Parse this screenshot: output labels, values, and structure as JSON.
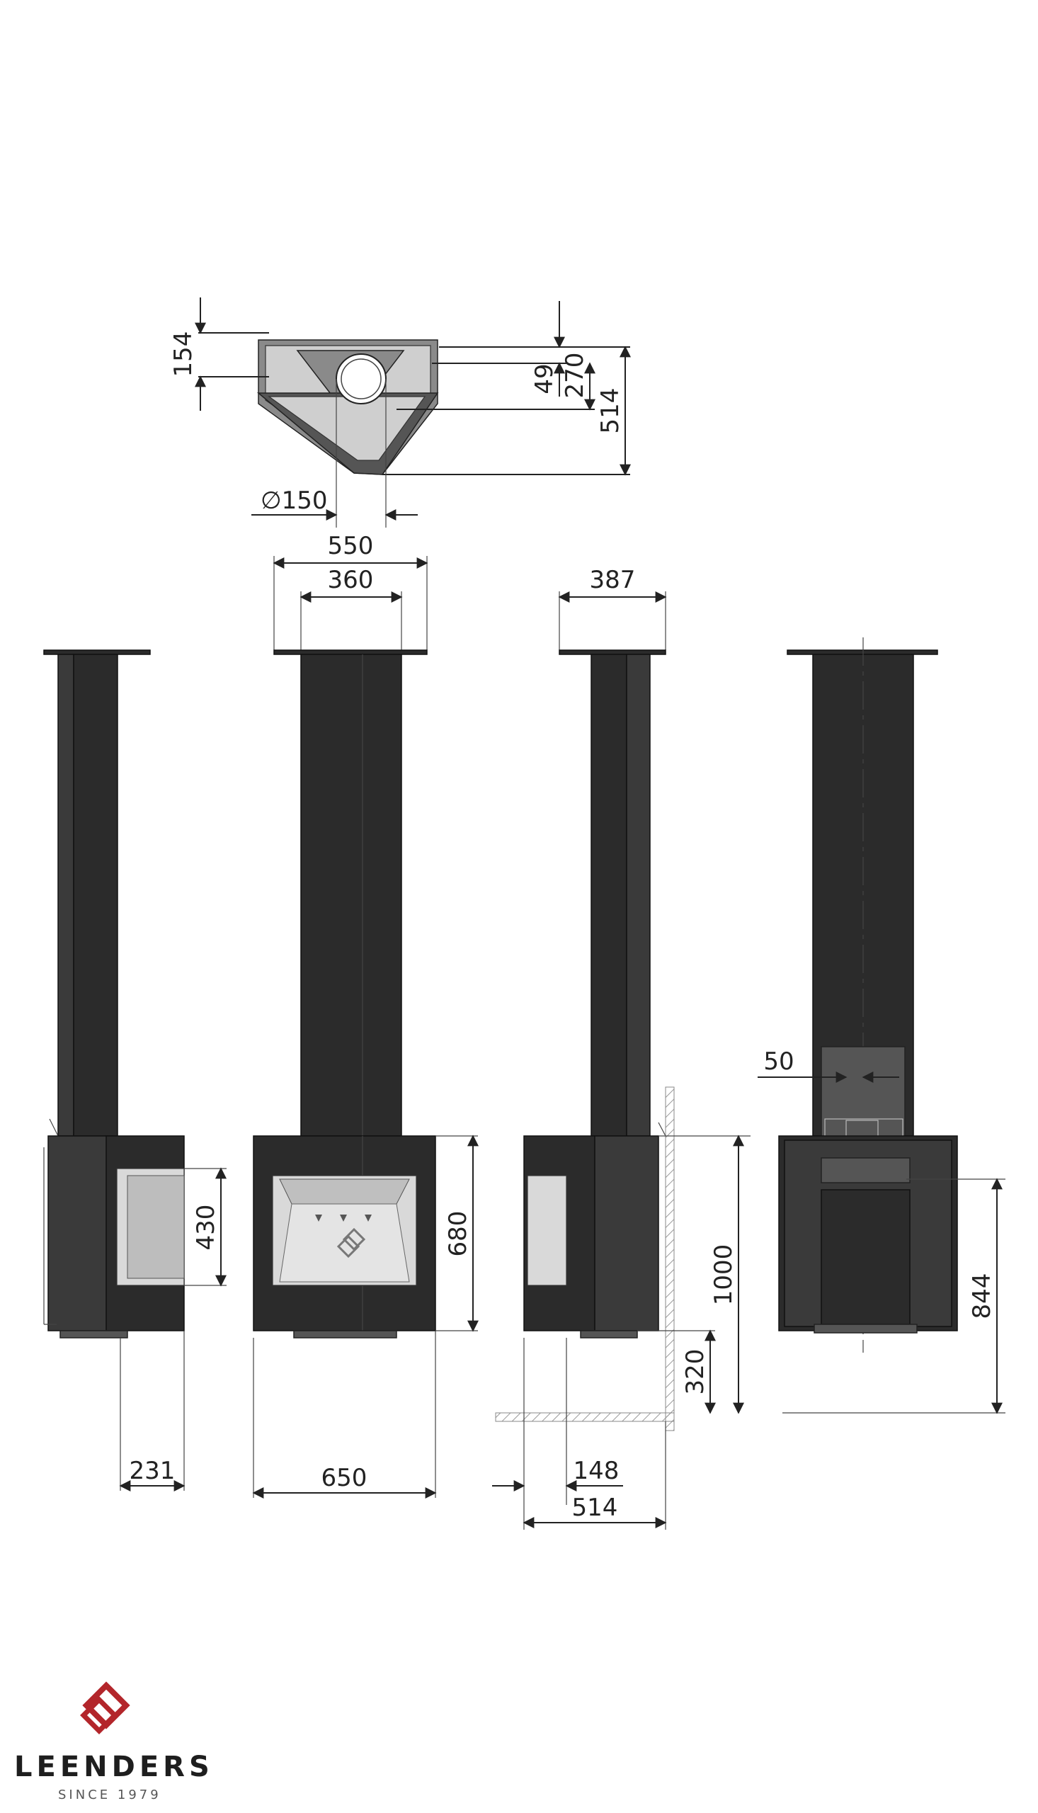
{
  "dimensions": {
    "top_154": "154",
    "top_49": "49",
    "top_270": "270",
    "top_514": "514",
    "top_diameter": "150",
    "front_550": "550",
    "front_360": "360",
    "side_387": "387",
    "left_430": "430",
    "left_231": "231",
    "front_680": "680",
    "front_650": "650",
    "side_1000": "1000",
    "side_320": "320",
    "side_148": "148",
    "side_514": "514",
    "back_50": "50",
    "back_844": "844"
  },
  "symbols": {
    "diameter": "∅"
  },
  "brand": {
    "name": "LEENDERS",
    "since": "SINCE 1979",
    "color": "#b3262b"
  }
}
